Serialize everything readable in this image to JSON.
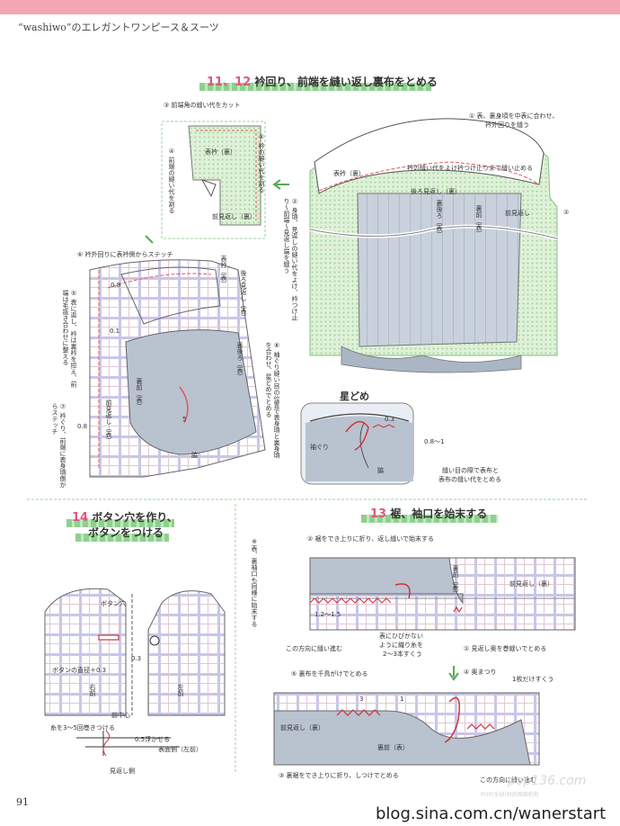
{
  "header": {
    "magazine": "“washiwo”のエレガントワンピース＆スーツ"
  },
  "page_number": "91",
  "footer_blog": "blog.sina.com.cn/wanerstart",
  "watermark": {
    "text": "pop136.com",
    "sub": "POP(全球)时尚网络机构"
  },
  "section_11_12": {
    "num": "11、12",
    "title": "衿回り、前端を縫い返し裏布をとめる",
    "labels": {
      "step1": "① 表、裏身頃を中表に合わせ、",
      "step1b": "衿外回りを縫う",
      "step2": "②",
      "step3": "③ 前端角の縫い代をカット",
      "step4": "④ 衿の縫い代を割る",
      "step4b": "④ 前端の縫い代を割る",
      "step2_vertical": "② 身頃、見返しの縫い代をよけ、衿つけ止り〜前端〜見返し端を縫う",
      "step6": "⑥ 衿外回りに表衿側からステッチ",
      "step5": "⑤ 表に返し、衿は裏衿を控え、前端は毛抜き合わせに整える",
      "step7": "⑦ 衿ぐり、前端に表身頃側からステッチ",
      "step8": "⑧ 袖ぐり縫い目の位置で表身頃と裏身頃を合わせ、星どめでとめる",
      "collar_seam": "衿の縫い代をよけ衿つけ止りまで縫い止める",
      "omote_eri_ura": "表衿（裏）",
      "omote_eri_ura2": "表衿（裏）",
      "ushiro_mikaeshi_ura": "後ろ見返し（裏）",
      "ura_ushiro_omote": "裏後ろ（表）",
      "ura_mae_omote": "裏前（表）",
      "mae_mikaeshi": "前見返し",
      "mae_mikaeshi_ura": "前見返し（裏）",
      "omote_eri_omote": "表衿（表）",
      "ushiro_mikaeshi_omote": "後ろ見返し（表）",
      "ura_ushiro_omote2": "裏後ろ（表）",
      "ura_mae_omote2": "裏前（表）",
      "mae_mikaeshi_omote": "前見返し（表）",
      "waki": "脇",
      "m08a": "0.8",
      "m01": "0.1",
      "m08b": "0.8",
      "m5": "5"
    }
  },
  "hoshidome": {
    "title": "星どめ",
    "sodeguri": "袖ぐり",
    "waki": "脇",
    "m03": "0.3",
    "m081": "0.8〜1",
    "note1": "縫い目の際で表布と",
    "note2": "表布の縫い代をとめる"
  },
  "section_14": {
    "num": "14",
    "title1": "ボタン穴を作り、",
    "title2": "ボタンをつける",
    "button_hole": "ボタン穴",
    "m03": "0.3",
    "diameter": "ボタンの直径＋0.3",
    "right_front": "右前",
    "left_front": "左前",
    "center_front": "前中心",
    "thread": "糸を3〜5回巻きつける",
    "float": "0.5浮かせる",
    "surface": "表面側（左前）",
    "facing_side": "見返し側"
  },
  "section_13": {
    "num": "13",
    "title": "裾、袖口を始末する",
    "step2": "② 裾をでき上りに折り、返し縫いで始末する",
    "vertical_note": "※表、裏袖口も同様に始末する",
    "ura_mae_omote": "裏前（表）",
    "mae_mikaeshi_ura": "前見返し（裏）",
    "m1215": "1.2〜1.5",
    "direction1": "この方向に縫い進む",
    "tip1": "表にひびかない",
    "tip2": "ように織り糸を",
    "tip3": "2〜3本すくう",
    "step1": "① 見返し奥を巻縫いでとめる",
    "step5": "⑤ 裏布を千鳥がけでとめる",
    "step4": "④ 奥まつり",
    "one_layer": "1枚だけすくう",
    "m3": "3",
    "m1": "1",
    "mae_mikaeshi_ura2": "前見返し（裏）",
    "ura_mae_omote2": "裏前（表）",
    "step3": "③ 裏裾をでき上りに折り、しつけでとめる",
    "direction2": "この方向に縫い進む"
  }
}
